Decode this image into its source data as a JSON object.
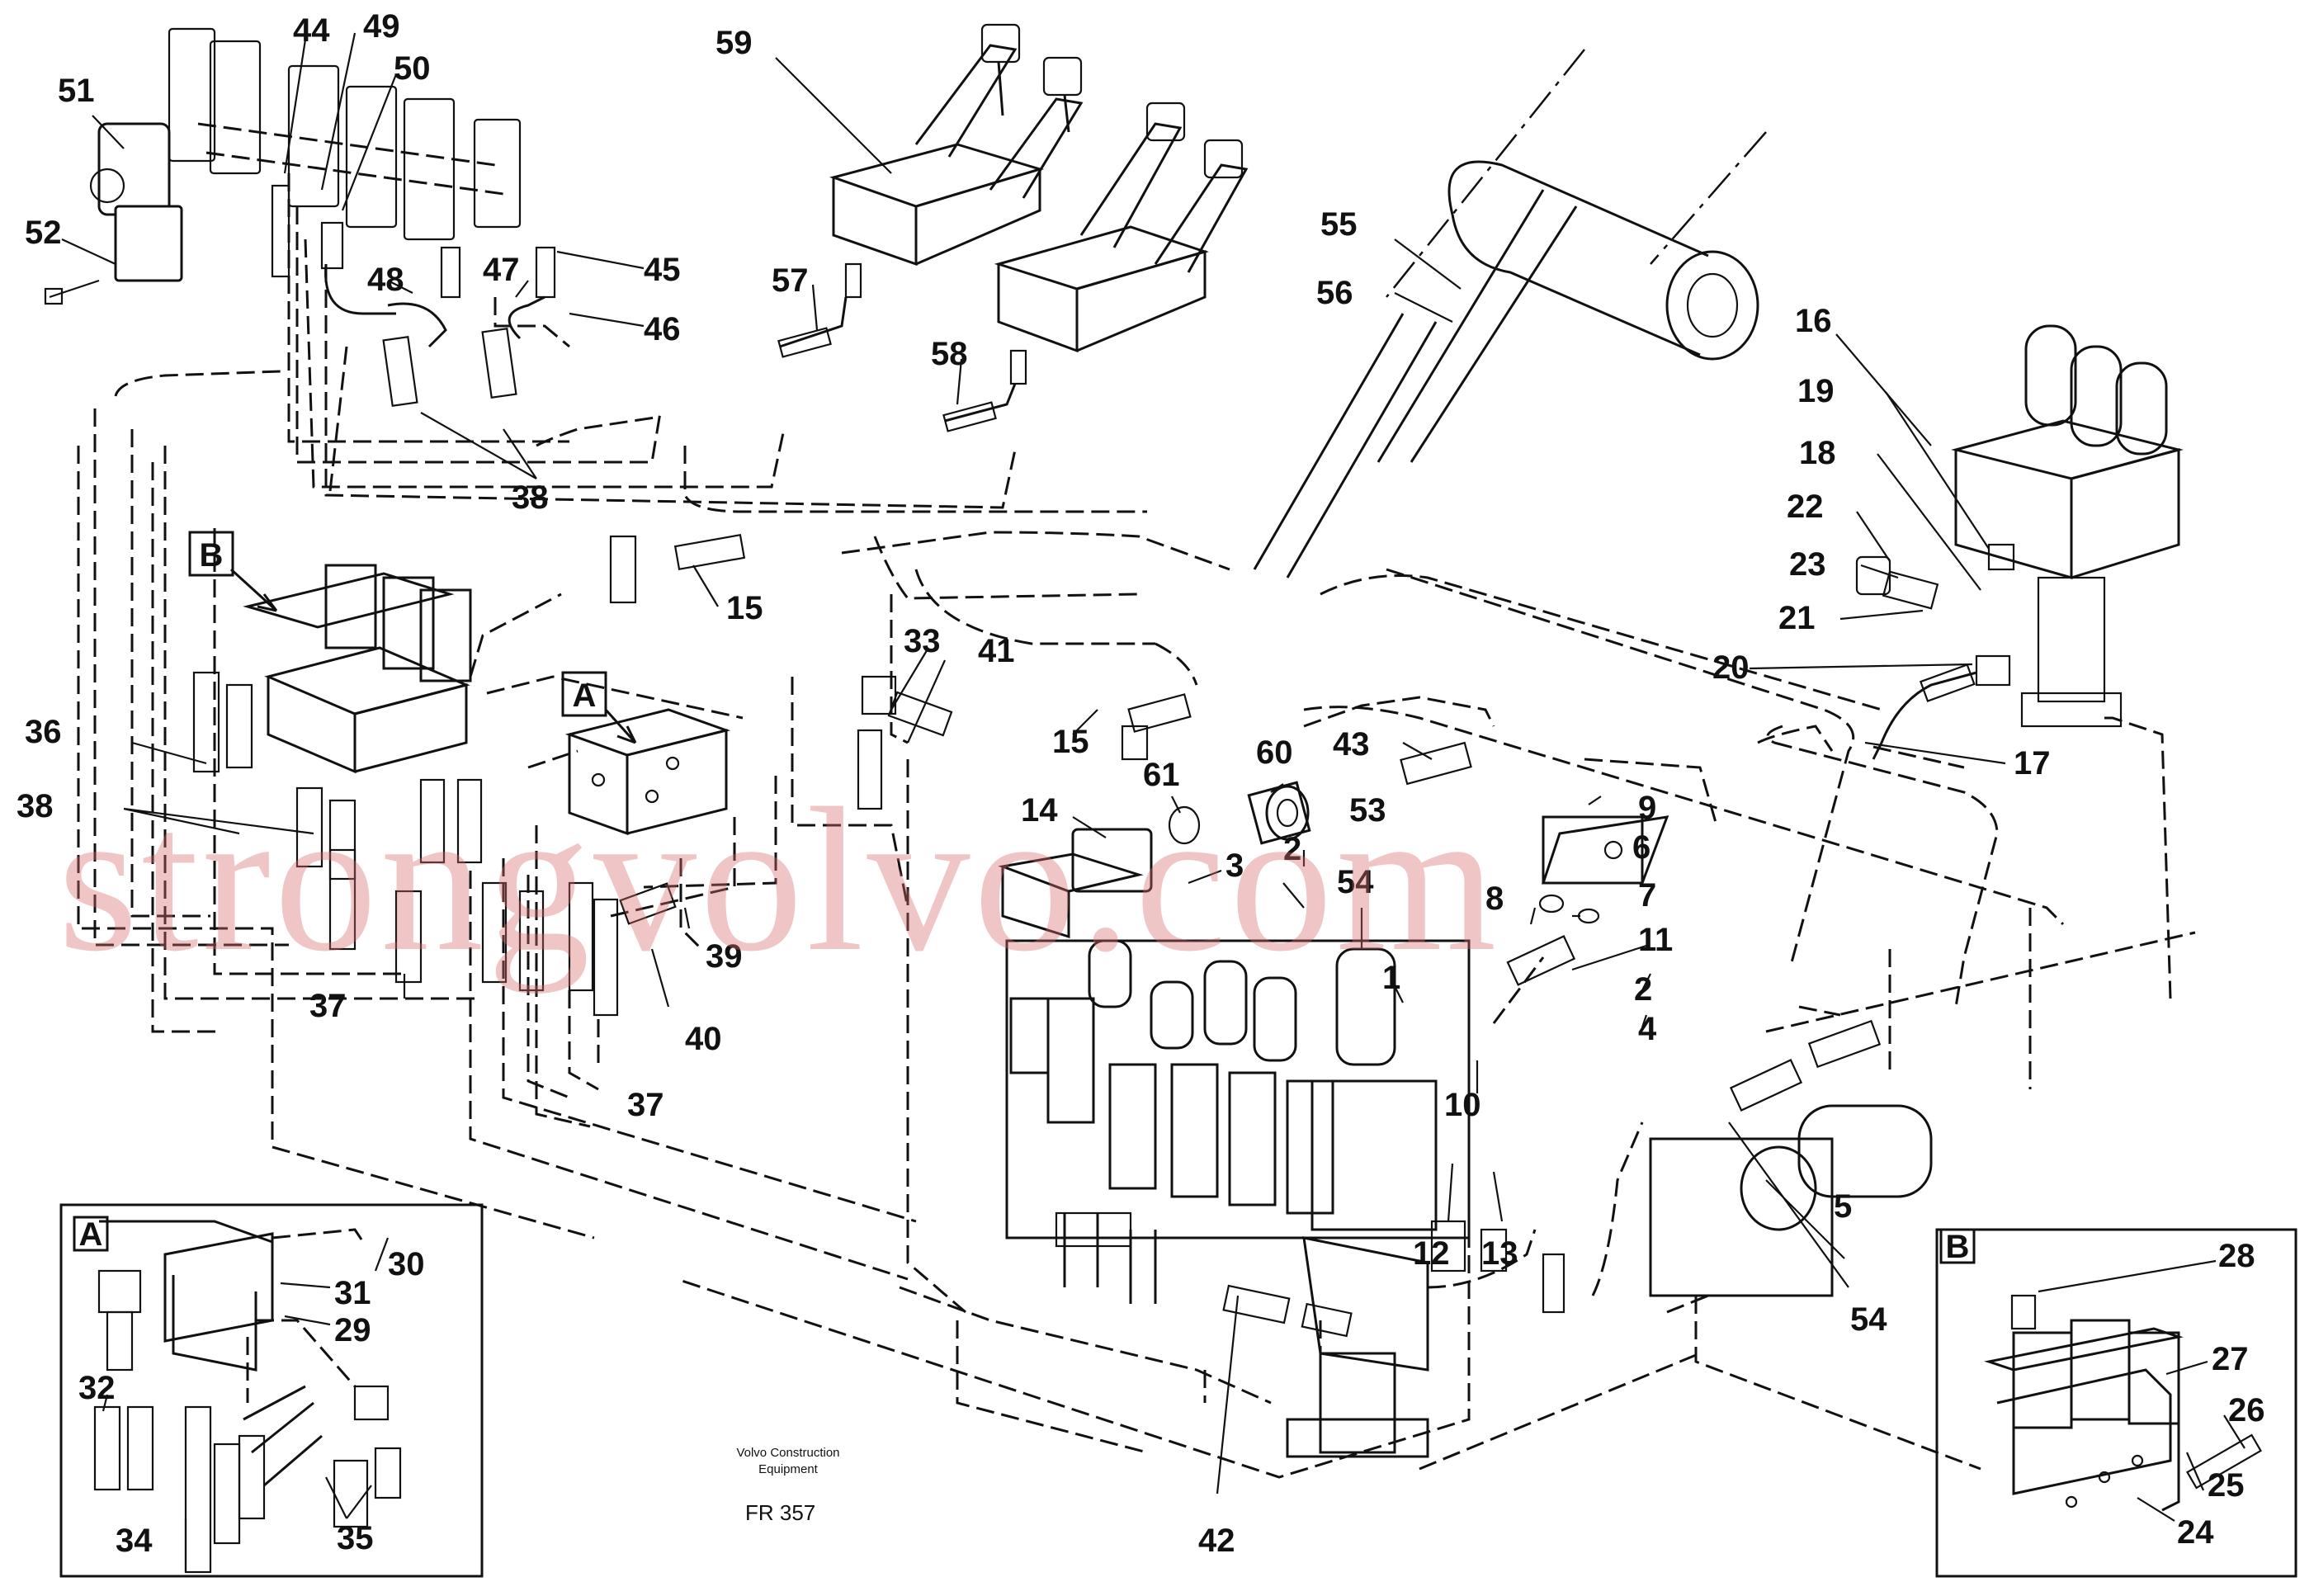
{
  "labels": [
    {
      "id": "44",
      "text": "44"
    },
    {
      "id": "49",
      "text": "49"
    },
    {
      "id": "51",
      "text": "51"
    },
    {
      "id": "50",
      "text": "50"
    },
    {
      "id": "52",
      "text": "52"
    },
    {
      "id": "48",
      "text": "48"
    },
    {
      "id": "47",
      "text": "47"
    },
    {
      "id": "45",
      "text": "45"
    },
    {
      "id": "46",
      "text": "46"
    },
    {
      "id": "38a",
      "text": "38"
    },
    {
      "id": "59",
      "text": "59"
    },
    {
      "id": "57",
      "text": "57"
    },
    {
      "id": "58",
      "text": "58"
    },
    {
      "id": "55",
      "text": "55"
    },
    {
      "id": "56",
      "text": "56"
    },
    {
      "id": "16",
      "text": "16"
    },
    {
      "id": "19",
      "text": "19"
    },
    {
      "id": "18",
      "text": "18"
    },
    {
      "id": "22",
      "text": "22"
    },
    {
      "id": "23",
      "text": "23"
    },
    {
      "id": "21",
      "text": "21"
    },
    {
      "id": "20",
      "text": "20"
    },
    {
      "id": "17",
      "text": "17"
    },
    {
      "id": "15a",
      "text": "15"
    },
    {
      "id": "33",
      "text": "33"
    },
    {
      "id": "41",
      "text": "41"
    },
    {
      "id": "15b",
      "text": "15"
    },
    {
      "id": "43",
      "text": "43"
    },
    {
      "id": "9",
      "text": "9"
    },
    {
      "id": "60",
      "text": "60"
    },
    {
      "id": "61",
      "text": "61"
    },
    {
      "id": "14",
      "text": "14"
    },
    {
      "id": "53",
      "text": "53"
    },
    {
      "id": "6",
      "text": "6"
    },
    {
      "id": "3",
      "text": "3"
    },
    {
      "id": "2a",
      "text": "2"
    },
    {
      "id": "54a",
      "text": "54"
    },
    {
      "id": "8",
      "text": "8"
    },
    {
      "id": "7",
      "text": "7"
    },
    {
      "id": "11",
      "text": "11"
    },
    {
      "id": "36",
      "text": "36"
    },
    {
      "id": "38b",
      "text": "38"
    },
    {
      "id": "39",
      "text": "39"
    },
    {
      "id": "40",
      "text": "40"
    },
    {
      "id": "37a",
      "text": "37"
    },
    {
      "id": "37b",
      "text": "37"
    },
    {
      "id": "1",
      "text": "1"
    },
    {
      "id": "2b",
      "text": "2"
    },
    {
      "id": "4",
      "text": "4"
    },
    {
      "id": "10",
      "text": "10"
    },
    {
      "id": "12",
      "text": "12"
    },
    {
      "id": "13",
      "text": "13"
    },
    {
      "id": "5",
      "text": "5"
    },
    {
      "id": "54b",
      "text": "54"
    },
    {
      "id": "42",
      "text": "42"
    },
    {
      "id": "30",
      "text": "30"
    },
    {
      "id": "31",
      "text": "31"
    },
    {
      "id": "29",
      "text": "29"
    },
    {
      "id": "32",
      "text": "32"
    },
    {
      "id": "34",
      "text": "34"
    },
    {
      "id": "35",
      "text": "35"
    },
    {
      "id": "28",
      "text": "28"
    },
    {
      "id": "27",
      "text": "27"
    },
    {
      "id": "26",
      "text": "26"
    },
    {
      "id": "25",
      "text": "25"
    },
    {
      "id": "24",
      "text": "24"
    }
  ],
  "callouts": {
    "B_main": "B",
    "A_main": "A",
    "A_inset": "A",
    "B_inset": "B"
  },
  "footer": {
    "line1": "Volvo Construction",
    "line2": "Equipment",
    "code": "FR 357"
  },
  "watermark": "strongvolvo.com",
  "colors": {
    "ink": "#111111",
    "watermark": "#d96a6a",
    "background": "#ffffff"
  }
}
